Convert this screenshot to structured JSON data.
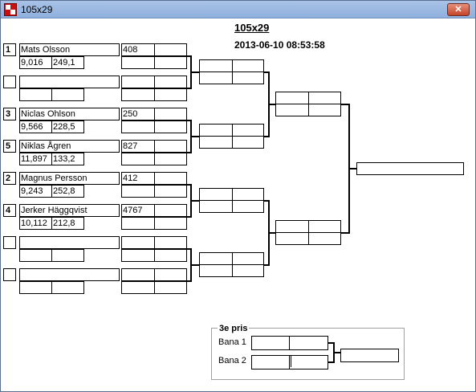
{
  "window": {
    "title": "105x29",
    "close_label": "✕"
  },
  "header": {
    "title": "105x29",
    "datetime": "2013-06-10 08:53:58"
  },
  "players": [
    {
      "seed": "1",
      "name": "Mats Olsson",
      "stat1": "9,016",
      "stat2": "249,1",
      "number": "408"
    },
    {
      "seed": "",
      "name": "",
      "stat1": "",
      "stat2": "",
      "number": ""
    },
    {
      "seed": "3",
      "name": "Niclas Ohlson",
      "stat1": "9,566",
      "stat2": "228,5",
      "number": "250"
    },
    {
      "seed": "5",
      "name": "Niklas Ågren",
      "stat1": "11,897",
      "stat2": "133,2",
      "number": "827"
    },
    {
      "seed": "2",
      "name": "Magnus Persson",
      "stat1": "9,243",
      "stat2": "252,8",
      "number": "412"
    },
    {
      "seed": "4",
      "name": "Jerker Häggqvist",
      "stat1": "10,112",
      "stat2": "212,8",
      "number": "4767"
    },
    {
      "seed": "",
      "name": "",
      "stat1": "",
      "stat2": "",
      "number": ""
    },
    {
      "seed": "",
      "name": "",
      "stat1": "",
      "stat2": "",
      "number": ""
    }
  ],
  "third_place": {
    "title": "3e pris",
    "lane1": "Bana 1",
    "lane2": "Bana 2"
  }
}
